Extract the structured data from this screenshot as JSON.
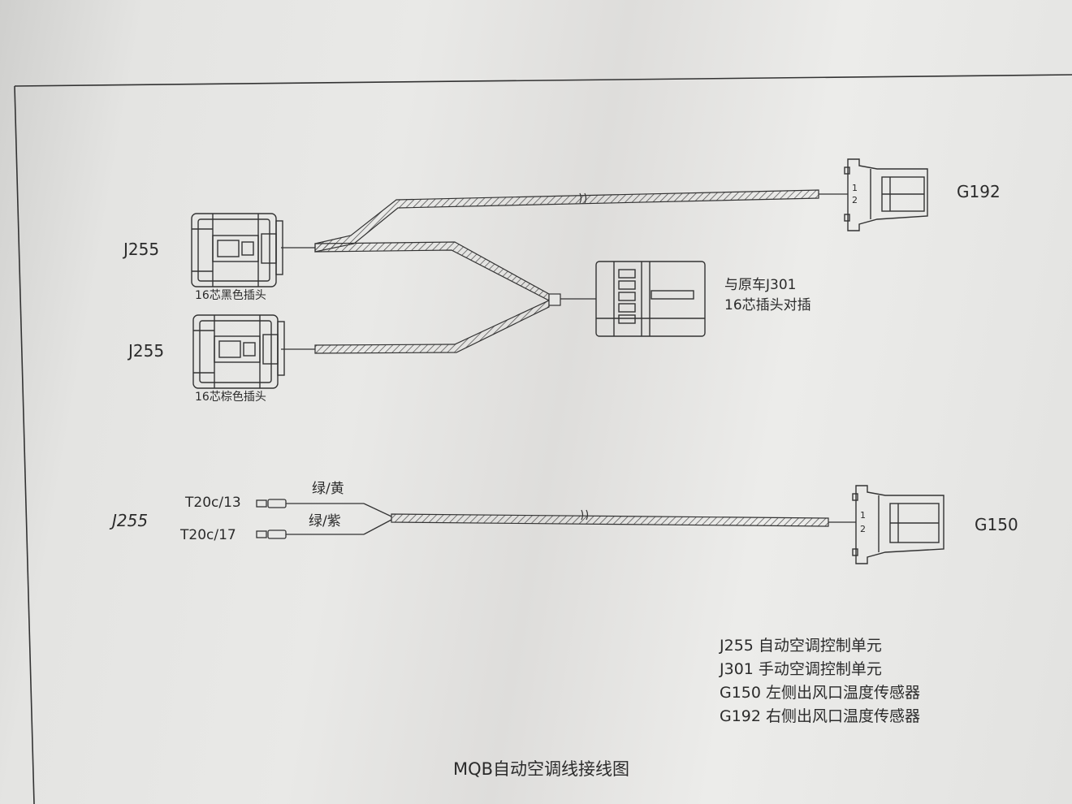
{
  "labels": {
    "j255_top": "J255",
    "j255_mid": "J255",
    "j255_bottom": "J255",
    "plug_black": "16芯黑色插头",
    "plug_brown": "16芯棕色插头",
    "g192": "G192",
    "g150": "G150",
    "j301_line1": "与原车J301",
    "j301_line2": "16芯插头对插",
    "t20c13": "T20c/13",
    "t20c17": "T20c/17",
    "wire_green_yellow": "绿/黄",
    "wire_green_purple": "绿/紫",
    "pin_1": "1",
    "pin_2": "2"
  },
  "legend": [
    "J255 自动空调控制单元",
    "J301 手动空调控制单元",
    "G150 左侧出风口温度传感器",
    "G192 右侧出风口温度传感器"
  ],
  "title": "MQB自动空调线接线图",
  "colors": {
    "line": "#2e2e2e",
    "paper": "#e6e6e4"
  }
}
